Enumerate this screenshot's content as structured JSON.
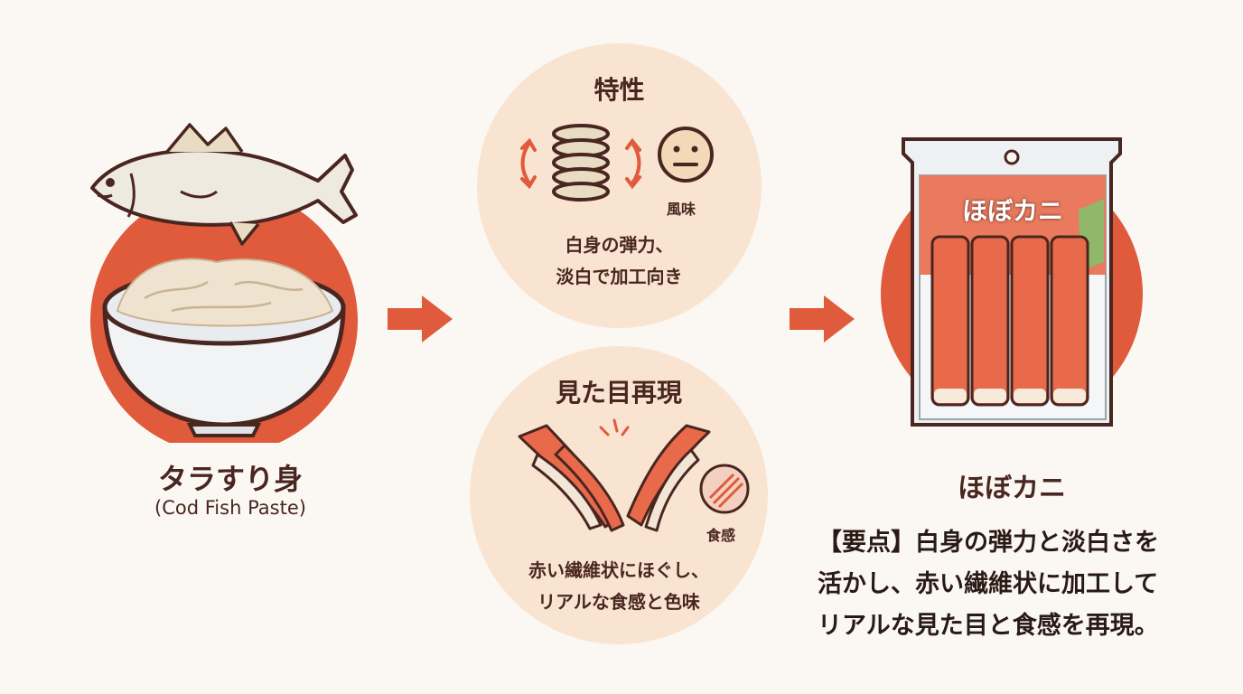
{
  "source": {
    "title": "タラすり身",
    "subtitle": "(Cod Fish Paste)",
    "icons": [
      "fish-icon",
      "bowl-of-paste-icon"
    ]
  },
  "properties": {
    "title": "特性",
    "flavor_label": "風味",
    "text_line1": "白身の弾力、",
    "text_line2": "淡白で加工向き",
    "icons": [
      "spring-icon",
      "neutral-face-icon"
    ]
  },
  "appearance": {
    "title": "見た目再現",
    "texture_label": "食感",
    "text_line1": "赤い繊維状にほぐし、",
    "text_line2": "リアルな食感と色味",
    "icons": [
      "shredded-crab-stick-icon",
      "magnifier-fiber-icon"
    ]
  },
  "product": {
    "package_label": "ほぼカニ",
    "title": "ほぼカニ",
    "icons": [
      "crab-stick-package-icon"
    ]
  },
  "summary": {
    "line1": "【要点】白身の弾力と淡白さを",
    "line2": "活かし、赤い繊維状に加工して",
    "line3": "リアルな見た目と食感を再現。"
  },
  "colors": {
    "accent_red": "#e05a3c",
    "circle_fill": "#f8e4d0",
    "text_dark": "#4a2620"
  }
}
